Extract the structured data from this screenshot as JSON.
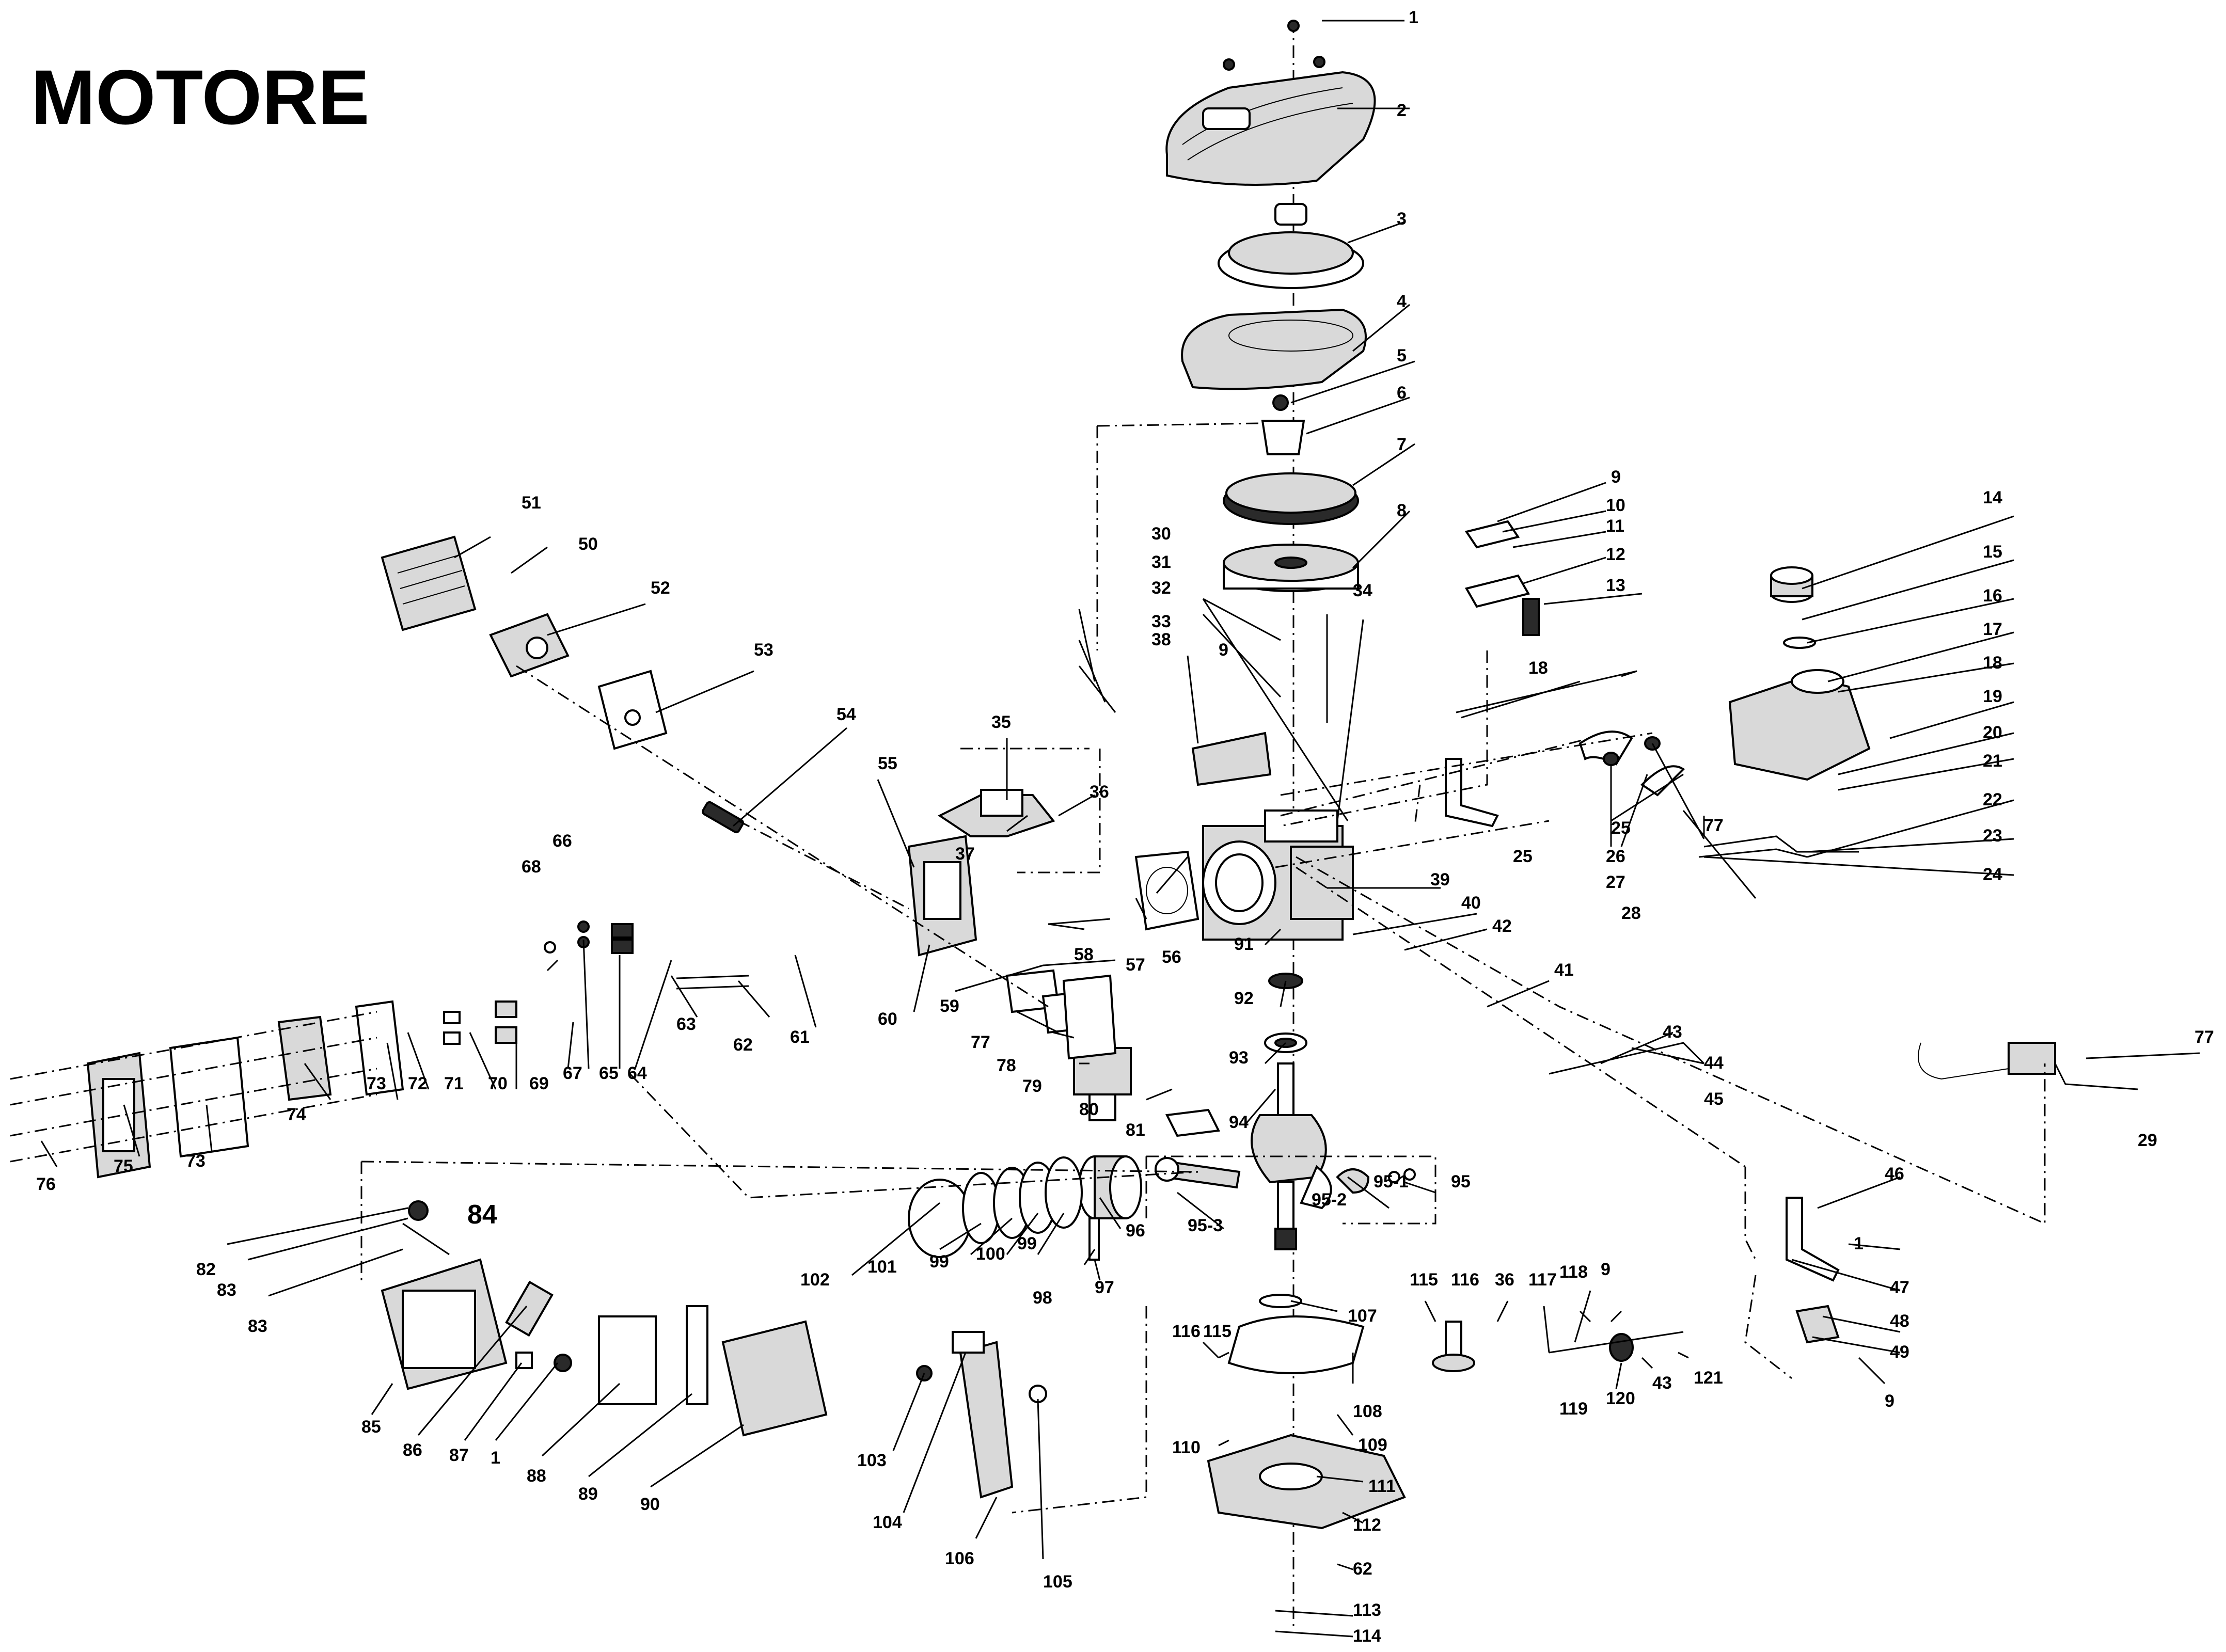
{
  "title": "MOTORE",
  "callouts": {
    "c1": "1",
    "c2": "2",
    "c3": "3",
    "c4": "4",
    "c5": "5",
    "c6": "6",
    "c7": "7",
    "c8": "8",
    "c9": "9",
    "c10": "10",
    "c11": "11",
    "c12": "12",
    "c13": "13",
    "c14": "14",
    "c15": "15",
    "c16": "16",
    "c17": "17",
    "c18": "18",
    "c19": "19",
    "c20": "20",
    "c21": "21",
    "c22": "22",
    "c23": "23",
    "c24": "24",
    "c25": "25",
    "c26": "26",
    "c27": "27",
    "c28": "28",
    "c29": "29",
    "c30": "30",
    "c31": "31",
    "c32": "32",
    "c33": "33",
    "c34": "34",
    "c35": "35",
    "c36": "36",
    "c37": "37",
    "c38": "38",
    "c39": "39",
    "c40": "40",
    "c41": "41",
    "c42": "42",
    "c43": "43",
    "c44": "44",
    "c45": "45",
    "c46": "46",
    "c47": "47",
    "c48": "48",
    "c49": "49",
    "c50": "50",
    "c51": "51",
    "c52": "52",
    "c53": "53",
    "c54": "54",
    "c55": "55",
    "c56": "56",
    "c57": "57",
    "c58": "58",
    "c59": "59",
    "c60": "60",
    "c61": "61",
    "c62": "62",
    "c63": "63",
    "c64": "64",
    "c65": "65",
    "c66": "66",
    "c67": "67",
    "c68": "68",
    "c69": "69",
    "c70": "70",
    "c71": "71",
    "c72": "72",
    "c73": "73",
    "c74": "74",
    "c75": "75",
    "c76": "76",
    "c77": "77",
    "c78": "78",
    "c79": "79",
    "c80": "80",
    "c81": "81",
    "c82": "82",
    "c83": "83",
    "c84": "84",
    "c85": "85",
    "c86": "86",
    "c87": "87",
    "c88": "88",
    "c89": "89",
    "c90": "90",
    "c91": "91",
    "c92": "92",
    "c93": "93",
    "c94": "94",
    "c95": "95",
    "c95_1": "95-1",
    "c95_2": "95-2",
    "c95_3": "95-3",
    "c96": "96",
    "c97": "97",
    "c98": "98",
    "c99": "99",
    "c100": "100",
    "c101": "101",
    "c102": "102",
    "c103": "103",
    "c104": "104",
    "c105": "105",
    "c106": "106",
    "c107": "107",
    "c108": "108",
    "c109": "109",
    "c110": "110",
    "c111": "111",
    "c112": "112",
    "c113": "113",
    "c114": "114",
    "c115": "115",
    "c116": "116",
    "c117": "117",
    "c118": "118",
    "c119": "119",
    "c120": "120",
    "c121": "121"
  }
}
